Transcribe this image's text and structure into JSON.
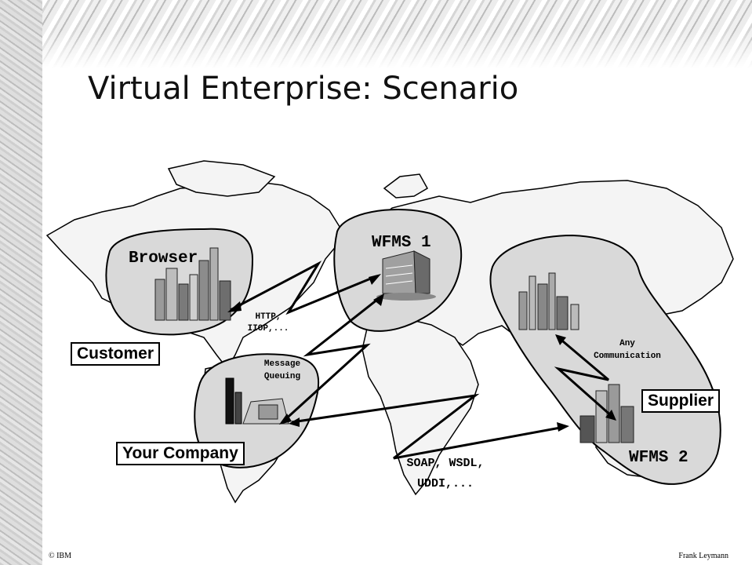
{
  "title": "Virtual Enterprise: Scenario",
  "footer": {
    "left": "© IBM",
    "right": "Frank Leymann"
  },
  "regions": {
    "customer": {
      "node_label": "Browser",
      "box_label": "Customer"
    },
    "company": {
      "box_label": "Your Company"
    },
    "wfms1": {
      "node_label": "WFMS 1"
    },
    "supplier": {
      "box_label": "Supplier"
    },
    "wfms2": {
      "node_label": "WFMS 2"
    }
  },
  "connections": {
    "http_label": [
      "HTTP,",
      "IIOP,..."
    ],
    "mq_label": [
      "Message",
      "Queuing"
    ],
    "soap_label": [
      "SOAP, WSDL,",
      "UDDI,..."
    ],
    "any_label": [
      "Any",
      "Communication"
    ]
  }
}
